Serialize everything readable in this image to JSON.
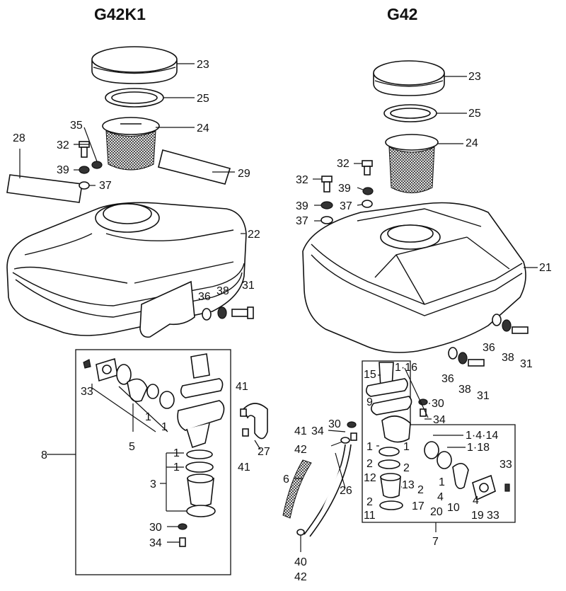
{
  "diagram": {
    "titles": {
      "left": "G42K1",
      "right": "G42"
    },
    "labels": {
      "l23": "23",
      "l25": "25",
      "l24": "24",
      "l35": "35",
      "l32": "32",
      "l39": "39",
      "l37": "37",
      "l28": "28",
      "l29": "29",
      "l22": "22",
      "l36": "36",
      "l38": "38",
      "l31": "31",
      "l33": "33",
      "l1a": "1",
      "l1b": "1",
      "l5": "5",
      "l41a": "41",
      "l41b": "41",
      "l27": "27",
      "l8": "8",
      "l1c": "1",
      "l1d": "1",
      "l3": "3",
      "l30": "30",
      "l34": "34",
      "r23": "23",
      "r25": "25",
      "r24": "24",
      "r32a": "32",
      "r32b": "32",
      "r39": "39",
      "r39b": "39",
      "r37a": "37",
      "r37b": "37",
      "r21": "21",
      "r36a": "36",
      "r38a": "38",
      "r31a": "31",
      "r36b": "36",
      "r38b": "38",
      "r31b": "31",
      "r15": "15",
      "r116": "1·16",
      "r9": "9",
      "r30a": "30",
      "r34a": "34",
      "r41": "41",
      "r34b": "34",
      "r30b": "30",
      "r42a": "42",
      "r1a": "1",
      "r1b": "1",
      "r1414": "1·4·14",
      "r118": "1·18",
      "r2a": "2",
      "r2b": "2",
      "r12": "12",
      "r13": "13",
      "r2c": "2",
      "r2d": "2",
      "r11": "11",
      "r17": "17",
      "r6": "6",
      "r26": "26",
      "r1c": "1",
      "r4a": "4",
      "r20": "20",
      "r10": "10",
      "r4b": "4",
      "r19": "19",
      "r33a": "33",
      "r33b": "33",
      "r7": "7",
      "r40": "40",
      "r42b": "42"
    }
  }
}
